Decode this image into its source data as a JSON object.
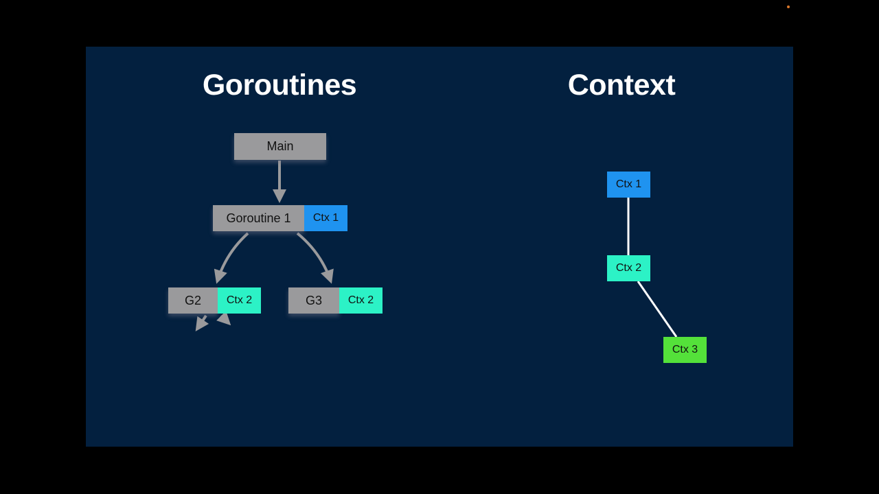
{
  "slide": {
    "left_title": "Goroutines",
    "right_title": "Context"
  },
  "goroutines": {
    "main": "Main",
    "goroutine1": "Goroutine 1",
    "goroutine1_ctx": "Ctx 1",
    "g2": "G2",
    "g2_ctx": "Ctx 2",
    "g3": "G3",
    "g3_ctx": "Ctx 2"
  },
  "context_tree": {
    "ctx1": "Ctx 1",
    "ctx2": "Ctx 2",
    "ctx3": "Ctx 3"
  },
  "colors": {
    "slide_background": "#03203f",
    "goroutine_box": "#9a9a9c",
    "ctx1": "#1f93f0",
    "ctx2": "#2cf2c6",
    "ctx3": "#54e13a"
  }
}
